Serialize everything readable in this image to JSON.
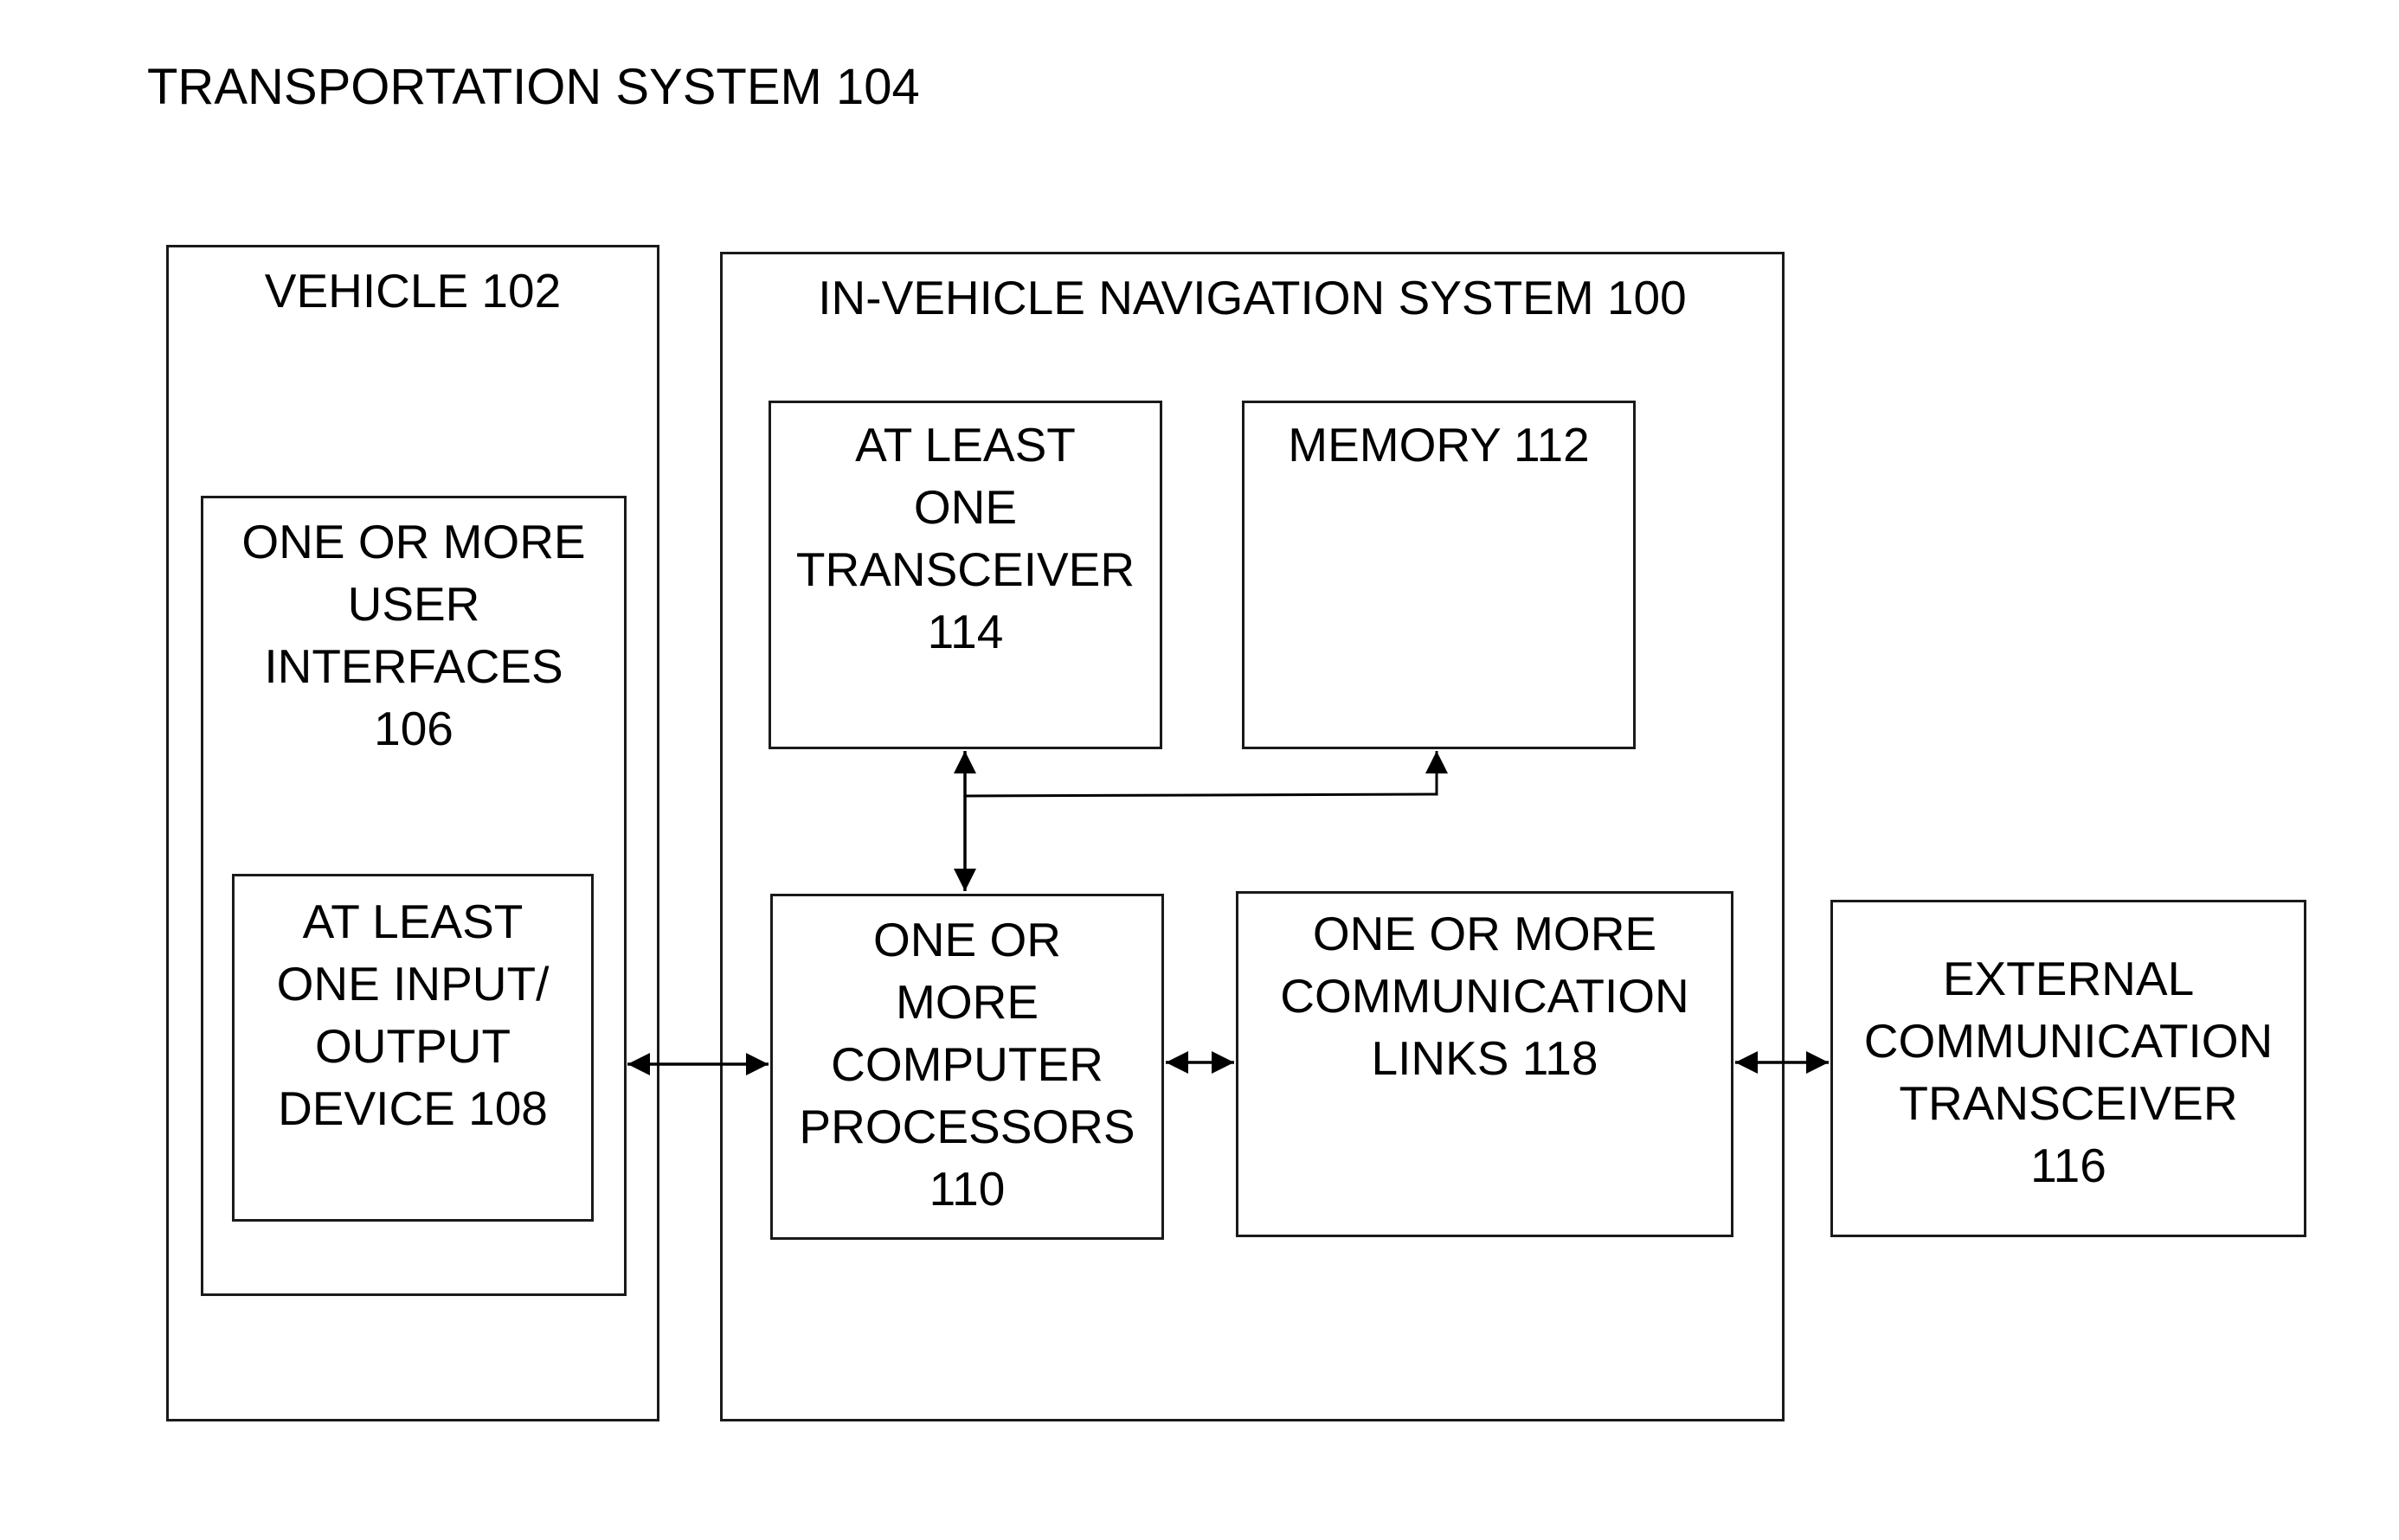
{
  "title": "TRANSPORTATION SYSTEM 104",
  "boxes": {
    "vehicle": "VEHICLE 102",
    "user_interfaces": "ONE OR MORE\nUSER\nINTERFACES\n106",
    "io_device": "AT LEAST\nONE INPUT/\nOUTPUT\nDEVICE 108",
    "nav_system": "IN-VEHICLE NAVIGATION SYSTEM 100",
    "transceiver": "AT LEAST\nONE\nTRANSCEIVER\n114",
    "memory": "MEMORY 112",
    "processors": "ONE OR\nMORE\nCOMPUTER\nPROCESSORS\n110",
    "comm_links": "ONE OR MORE\nCOMMUNICATION\nLINKS 118",
    "external_transceiver": "EXTERNAL\nCOMMUNICATION\nTRANSCEIVER\n116"
  }
}
